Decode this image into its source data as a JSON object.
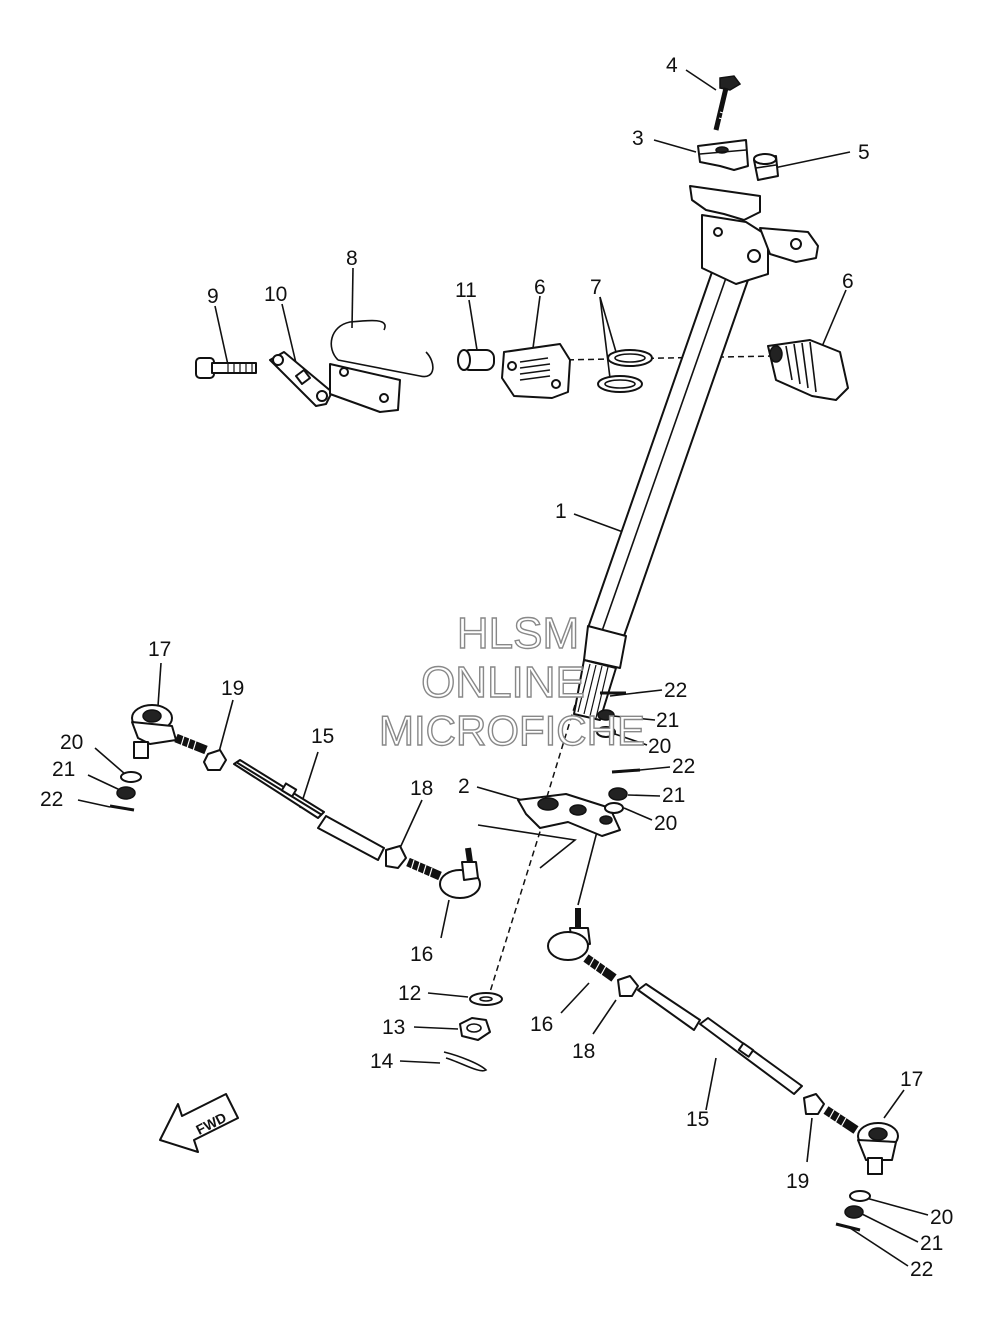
{
  "diagram": {
    "callouts": [
      {
        "id": "c1",
        "text": "1"
      },
      {
        "id": "c2",
        "text": "2"
      },
      {
        "id": "c3",
        "text": "3"
      },
      {
        "id": "c4",
        "text": "4"
      },
      {
        "id": "c5",
        "text": "5"
      },
      {
        "id": "c6a",
        "text": "6"
      },
      {
        "id": "c6b",
        "text": "6"
      },
      {
        "id": "c7",
        "text": "7"
      },
      {
        "id": "c8",
        "text": "8"
      },
      {
        "id": "c9",
        "text": "9"
      },
      {
        "id": "c10",
        "text": "10"
      },
      {
        "id": "c11",
        "text": "11"
      },
      {
        "id": "c12",
        "text": "12"
      },
      {
        "id": "c13",
        "text": "13"
      },
      {
        "id": "c14",
        "text": "14"
      },
      {
        "id": "c15a",
        "text": "15"
      },
      {
        "id": "c15b",
        "text": "15"
      },
      {
        "id": "c16a",
        "text": "16"
      },
      {
        "id": "c16b",
        "text": "16"
      },
      {
        "id": "c17a",
        "text": "17"
      },
      {
        "id": "c17b",
        "text": "17"
      },
      {
        "id": "c18a",
        "text": "18"
      },
      {
        "id": "c18b",
        "text": "18"
      },
      {
        "id": "c19a",
        "text": "19"
      },
      {
        "id": "c19b",
        "text": "19"
      },
      {
        "id": "c20a",
        "text": "20"
      },
      {
        "id": "c20b",
        "text": "20"
      },
      {
        "id": "c20c",
        "text": "20"
      },
      {
        "id": "c20d",
        "text": "20"
      },
      {
        "id": "c21a",
        "text": "21"
      },
      {
        "id": "c21b",
        "text": "21"
      },
      {
        "id": "c21c",
        "text": "21"
      },
      {
        "id": "c21d",
        "text": "21"
      },
      {
        "id": "c22a",
        "text": "22"
      },
      {
        "id": "c22b",
        "text": "22"
      },
      {
        "id": "c22c",
        "text": "22"
      },
      {
        "id": "c22d",
        "text": "22"
      }
    ],
    "fwd_label": "FWD",
    "watermark": {
      "line1": "HLSM",
      "line2": "ONLINE",
      "line3": "MICROFICHE"
    }
  }
}
